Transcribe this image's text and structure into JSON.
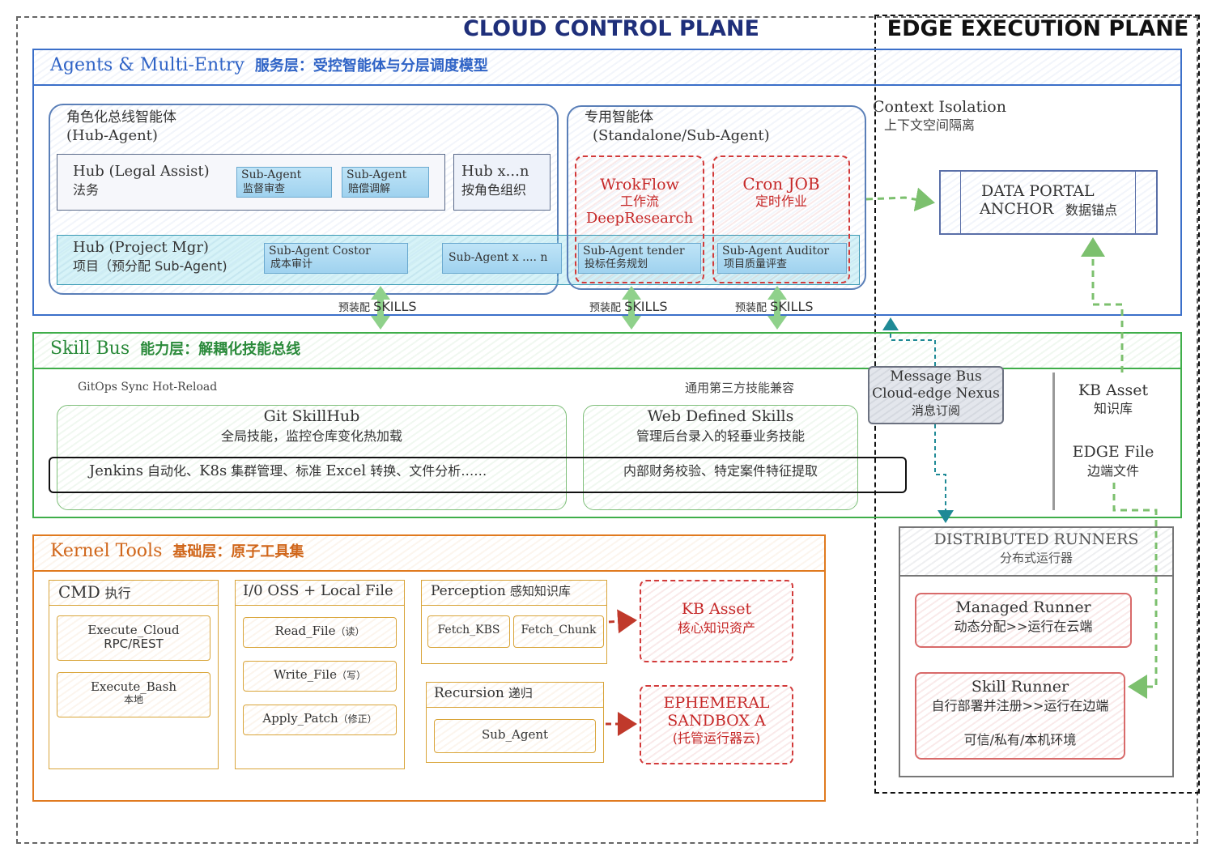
{
  "planes": {
    "cloud_title": "CLOUD CONTROL PLANE",
    "edge_title": "EDGE EXECUTION PLANE"
  },
  "agents_layer": {
    "title_en": "Agents & Multi-Entry",
    "title_cn": "服务层：受控智能体与分层调度模型",
    "hub_group": {
      "title_cn": "角色化总线智能体",
      "title_en": "(Hub-Agent)",
      "hub_legal": {
        "name": "Hub (Legal Assist)",
        "name_cn": "法务"
      },
      "sub_supervise": {
        "name": "Sub-Agent",
        "desc": "监督审查"
      },
      "sub_compensation": {
        "name": "Sub-Agent",
        "desc": "赔偿调解"
      },
      "hub_xn": {
        "name": "Hub x...n",
        "desc": "按角色组织"
      },
      "hub_project": {
        "name": "Hub (Project Mgr)",
        "name_cn": "项目（预分配 Sub-Agent)"
      },
      "sub_costor": {
        "name": "Sub-Agent Costor",
        "desc": "成本审计"
      },
      "sub_xn": {
        "name": "Sub-Agent x .... n"
      }
    },
    "standalone_group": {
      "title_cn": "专用智能体",
      "title_en": "(Standalone/Sub-Agent)",
      "workflow": {
        "name": "WrokFlow",
        "desc": "工作流",
        "extra": "DeepResearch"
      },
      "cron": {
        "name": "Cron JOB",
        "desc": "定时作业"
      },
      "sub_tender": {
        "name": "Sub-Agent tender",
        "desc": "投标任务规划"
      },
      "sub_auditor": {
        "name": "Sub-Agent  Auditor",
        "desc": "项目质量评查"
      }
    },
    "skills_links": [
      {
        "prefix": "预装配",
        "label": "SKILLS"
      },
      {
        "prefix": "预装配",
        "label": "SKILLS"
      },
      {
        "prefix": "预装配",
        "label": "SKILLS"
      }
    ]
  },
  "context_isolation": {
    "title": "Context Isolation",
    "desc": "上下文空间隔离"
  },
  "data_portal": {
    "line1": "DATA PORTAL",
    "line2": "ANCHOR",
    "desc": "数据锚点"
  },
  "skill_bus": {
    "title_en": "Skill Bus",
    "title_cn": "能力层：解耦化技能总线",
    "gitops_note": "GitOps Sync  Hot-Reload",
    "compat_note": "通用第三方技能兼容",
    "git_skillhub": {
      "title": "Git SkillHub",
      "desc": "全局技能，监控仓库变化热加载"
    },
    "web_skills": {
      "title": "Web Defined Skills",
      "desc": "管理后台录入的轻垂业务技能"
    },
    "examples_left": {
      "k1": "Jenkins",
      "t1": " 自动化、",
      "k2": "K8s",
      "t2": " 集群管理、标准 ",
      "k3": "Excel",
      "t3": " 转换、文件分析……"
    },
    "examples_right": "内部财务校验、特定案件特征提取"
  },
  "message_bus": {
    "line1": "Message Bus",
    "line2": "Cloud-edge Nexus",
    "desc": "消息订阅"
  },
  "edge_assets": {
    "kb": {
      "title": "KB Asset",
      "desc": "知识库"
    },
    "file": {
      "title": "EDGE File",
      "desc": "边端文件"
    }
  },
  "runners": {
    "title": "DISTRIBUTED RUNNERS",
    "subtitle": "分布式运行器",
    "managed": {
      "title": "Managed Runner",
      "desc": "动态分配>>运行在云端"
    },
    "skill": {
      "title": "Skill Runner",
      "desc": "自行部署并注册>>运行在边端",
      "extra": "可信/私有/本机环境"
    }
  },
  "kernel": {
    "title_en": "Kernel Tools",
    "title_cn": "基础层：原子工具集",
    "cmd": {
      "title": "CMD",
      "title_cn": "执行",
      "item1_l1": "Execute_Cloud",
      "item1_l2": "RPC/REST",
      "item2_l1": "Execute_Bash",
      "item2_l2": "本地"
    },
    "io": {
      "title": "I/0 OSS + Local File",
      "read": "Read_File",
      "read_cn": "（读）",
      "write": "Write_File",
      "write_cn": "（写）",
      "patch": "Apply_Patch",
      "patch_cn": "（修正）"
    },
    "perception": {
      "title": "Perception",
      "title_cn": "感知知识库",
      "fetch_kbs": "Fetch_KBS",
      "fetch_chunk": "Fetch_Chunk"
    },
    "recursion": {
      "title": "Recursion",
      "title_cn": "递归",
      "sub_agent": "Sub_Agent"
    },
    "kb_asset": {
      "title": "KB Asset",
      "desc": "核心知识资产"
    },
    "sandbox": {
      "line1": "EPHEMERAL",
      "line2": "SANDBOX A",
      "desc": "(托管运行器云)"
    }
  },
  "colors": {
    "blue": "#3b6fc9",
    "green": "#3fae4a",
    "orange": "#e07a1f",
    "red": "#d23a3a",
    "navy": "#1f2f7a",
    "teal": "#1f8a96",
    "gray": "#6b7180"
  }
}
